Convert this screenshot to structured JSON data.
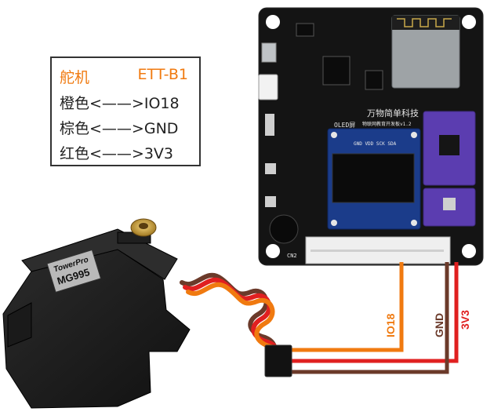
{
  "legend": {
    "title_left": "舵机",
    "title_right": "ETT-B1",
    "rows": [
      "橙色<——>IO18",
      "棕色<——>GND",
      "红色<——>3V3"
    ]
  },
  "board": {
    "title": "万物简单科技",
    "subtitle": "物联网教育开发板v1.2",
    "oled_label": "OLED屏",
    "oled_pins": "GND VDD SCK SDA",
    "connector_label": "CN2"
  },
  "servo": {
    "brand": "TowerPro",
    "model": "MG995"
  },
  "wires": {
    "io18": {
      "label": "IO18",
      "color": "#f07a10"
    },
    "gnd": {
      "label": "GND",
      "color": "#6b3a2a"
    },
    "v33": {
      "label": "3V3",
      "color": "#e02020"
    }
  }
}
